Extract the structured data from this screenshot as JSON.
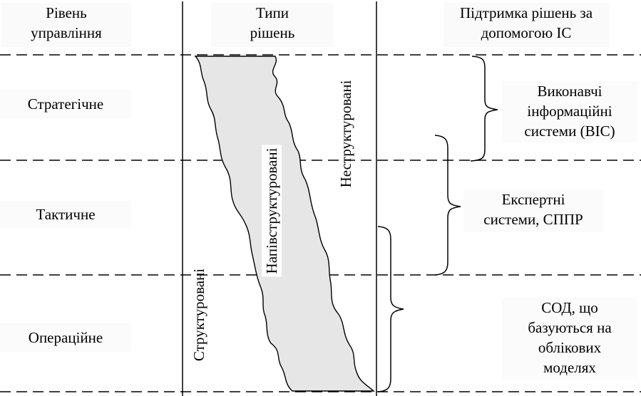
{
  "header": {
    "level_col": "Рівень\nуправління",
    "types_col": "Типи\nрішень",
    "support_col": "Підтримка рішень за\nдопомогою ІС"
  },
  "levels": {
    "strategic": "Стратегічне",
    "tactical": "Тактичне",
    "operational": "Операційне"
  },
  "decision_types": {
    "unstructured": "Неструктуровані",
    "semistructured": "Напівструктуровані",
    "structured": "Структуровані"
  },
  "systems": {
    "eis": "Виконавчі\nінформаційні\nсистеми (ВІС)",
    "expert": "Експертні\nсистеми, СППР",
    "tps": "СОД, що\nбазуються на\nоблікових\nмоделях"
  },
  "colors": {
    "line": "#000000",
    "fill": "#e6e6e6"
  }
}
